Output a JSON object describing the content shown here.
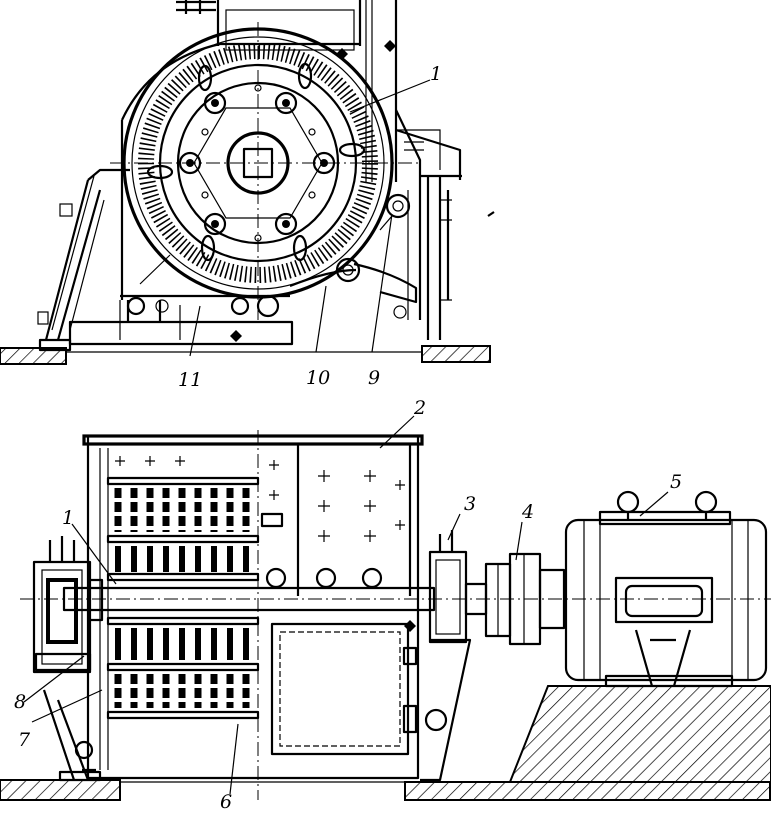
{
  "callouts": {
    "top": [
      "1",
      "11",
      "10",
      "9"
    ],
    "bottom": [
      "2",
      "3",
      "4",
      "5",
      "1",
      "8",
      "7",
      "6"
    ]
  }
}
